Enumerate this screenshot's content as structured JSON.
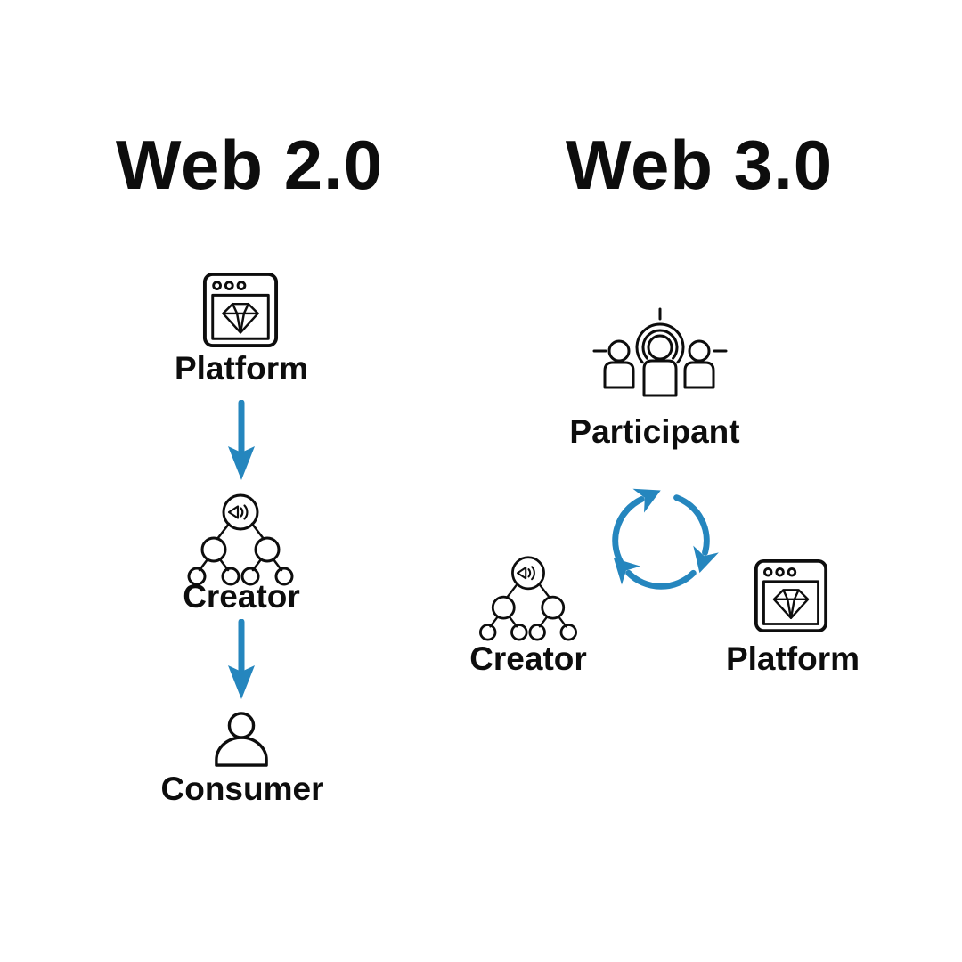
{
  "colors": {
    "background": "#ffffff",
    "ink": "#0d0d0d",
    "arrow_blue": "#2586be"
  },
  "web2": {
    "title": "Web 2.0",
    "nodes": [
      {
        "icon": "browser-diamond-icon",
        "label": "Platform"
      },
      {
        "icon": "broadcast-tree-icon",
        "label": "Creator"
      },
      {
        "icon": "person-icon",
        "label": "Consumer"
      }
    ],
    "connector": "down-arrow"
  },
  "web3": {
    "title": "Web 3.0",
    "nodes": [
      {
        "icon": "people-group-broadcast-icon",
        "label": "Participant"
      },
      {
        "icon": "broadcast-tree-icon",
        "label": "Creator"
      },
      {
        "icon": "browser-diamond-icon",
        "label": "Platform"
      }
    ],
    "connector": "cycle-arrows"
  }
}
